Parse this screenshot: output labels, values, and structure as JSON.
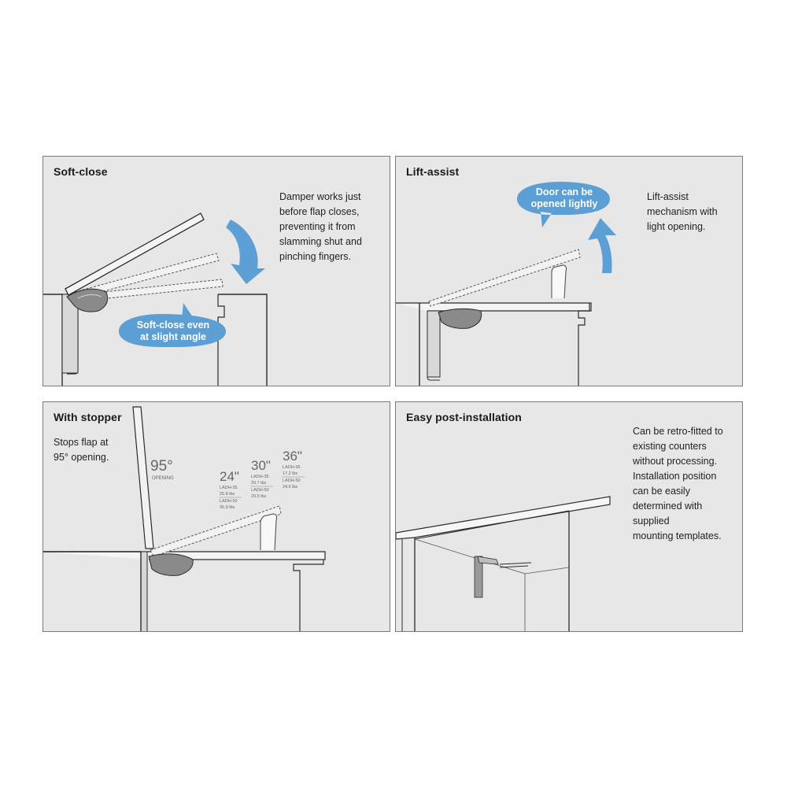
{
  "panels": [
    {
      "title": "Soft-close",
      "description": "Damper works just\nbefore flap closes,\npreventing it from\nslamming shut and\npinching fingers.",
      "callout": "Soft-close even\nat slight angle"
    },
    {
      "title": "Lift-assist",
      "description": "Lift-assist\nmechanism with\nlight opening.",
      "callout": "Door can be\nopened lightly"
    },
    {
      "title": "With stopper",
      "description": "Stops flap at\n95° opening.",
      "angle_label": "95°",
      "angle_sub": "OPENING",
      "sizes": [
        {
          "size": "24\"",
          "model1": "LADH-35",
          "load1": "25.8 lbs",
          "model2": "LADH-50",
          "load2": "36.9 lbs"
        },
        {
          "size": "30\"",
          "model1": "LADH-35",
          "load1": "20.7 lbs",
          "model2": "LADH-50",
          "load2": "29.5 lbs"
        },
        {
          "size": "36\"",
          "model1": "LADH-35",
          "load1": "17.2 lbs",
          "model2": "LADH-50",
          "load2": "24.6 lbs"
        }
      ]
    },
    {
      "title": "Easy post-installation",
      "description": "Can be retro-fitted to\nexisting counters\nwithout processing.\nInstallation position\ncan be easily\ndetermined with\nsupplied\nmounting templates."
    }
  ],
  "colors": {
    "panel_bg": "#e7e7e7",
    "accent_blue": "#5b9fd4",
    "line": "#2b2b2b"
  }
}
